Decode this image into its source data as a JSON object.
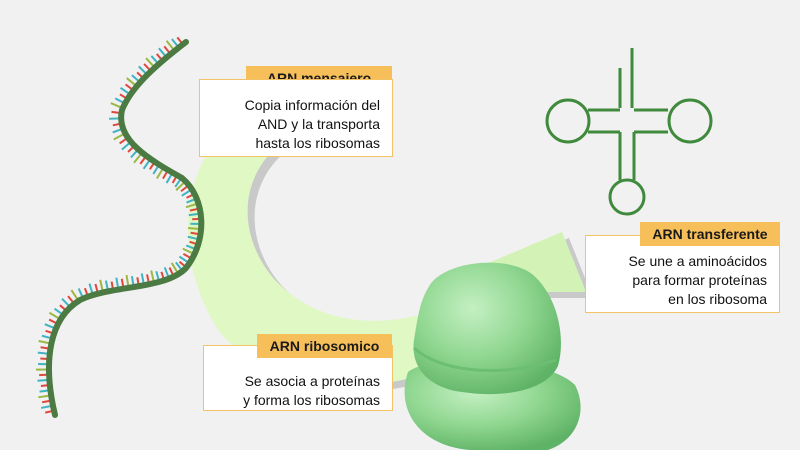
{
  "colors": {
    "background": "#f1f1f1",
    "label_fill": "#f6bf5a",
    "box_border": "#f2c264",
    "arrow_fill": "#dff8c4",
    "strand": "#4b7a43",
    "base_red": "#e0473c",
    "base_teal": "#3fb3c2",
    "base_olive": "#9bb845",
    "trna_line": "#3f8a3c",
    "ribosome": "#8fd690"
  },
  "icons": [
    "mrna-strand-icon",
    "trna-cloverleaf-icon",
    "ribosome-icon",
    "cycle-arrow-icon"
  ],
  "callouts": {
    "mrna": {
      "label": "ARN mensajero",
      "lines": [
        "Copia información del",
        "AND y la transporta",
        "hasta los ribosomas"
      ]
    },
    "trna": {
      "label": "ARN transferente",
      "lines": [
        "Se une a aminoácidos",
        "para formar proteínas",
        "en los ribosoma"
      ]
    },
    "rrna": {
      "label": "ARN ribosomico",
      "lines": [
        "Se asocia a proteínas",
        "y forma los ribosomas"
      ]
    }
  }
}
